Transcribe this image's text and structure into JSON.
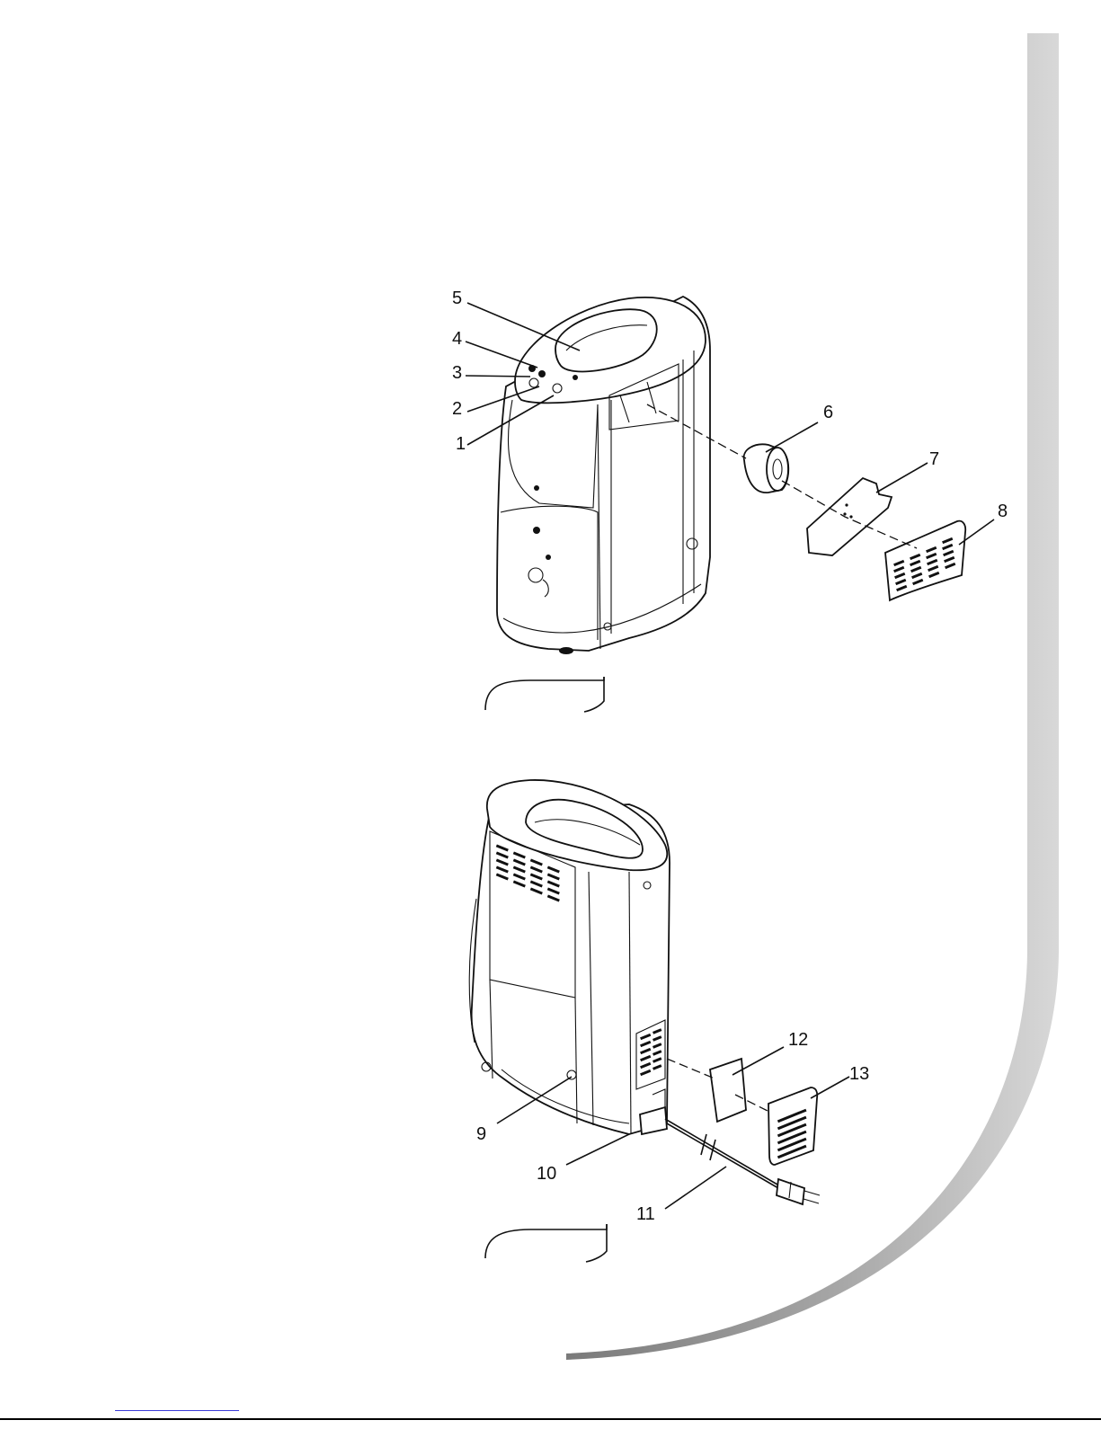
{
  "figure_a": {
    "callouts": [
      "1",
      "2",
      "3",
      "4",
      "5",
      "6",
      "7",
      "8"
    ]
  },
  "figure_b": {
    "callouts": [
      "9",
      "10",
      "11",
      "12",
      "13"
    ]
  },
  "colors": {
    "ink": "#111111",
    "swoosh_dark": "#8a8a8a",
    "swoosh_light": "#d4d4d4"
  }
}
